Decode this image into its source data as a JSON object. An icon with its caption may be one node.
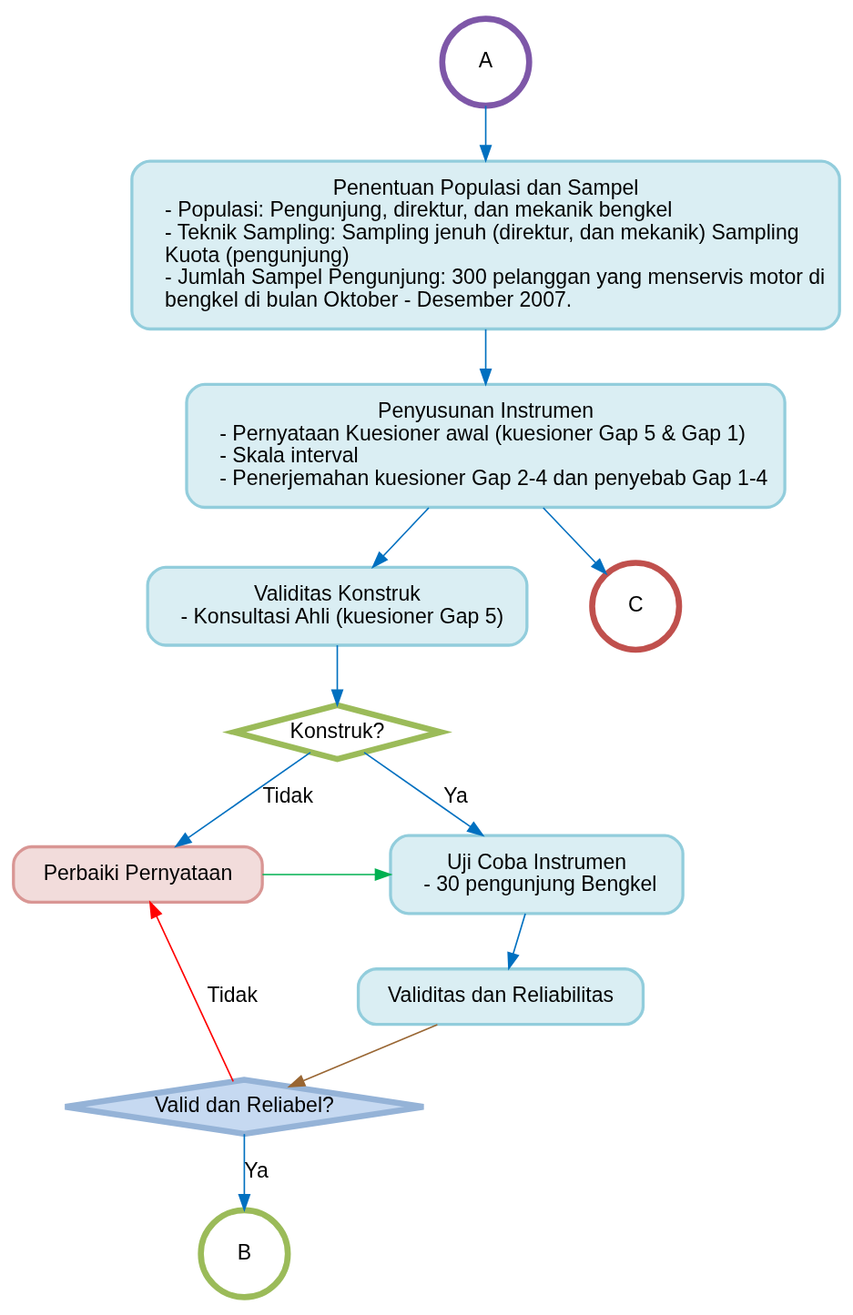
{
  "diagram": {
    "nodes": [
      {
        "text": [
          "A"
        ]
      },
      {
        "text": [
          "Penentuan Populasi dan Sampel",
          "- Populasi: Pengunjung, direktur, dan mekanik bengkel",
          "- Teknik Sampling: Sampling jenuh (direktur, dan mekanik) Sampling Kuota (pengunjung)",
          "- Jumlah Sampel Pengunjung: 300 pelanggan yang menservis motor di bengkel di bulan Oktober - Desember 2007."
        ]
      },
      {
        "text": [
          "Penyusunan Instrumen",
          "- Pernyataan Kuesioner awal (kuesioner Gap 5 & Gap 1)",
          "- Skala interval",
          "- Penerjemahan kuesioner Gap 2-4 dan penyebab Gap 1-4"
        ]
      },
      {
        "text": [
          "Validitas Konstruk",
          "- Konsultasi Ahli (kuesioner Gap 5)"
        ]
      },
      {
        "text": [
          "Konstruk?"
        ]
      },
      {
        "text": [
          "Perbaiki Pernyataan"
        ]
      },
      {
        "text": [
          "Uji Coba Instrumen",
          "- 30 pengunjung Bengkel"
        ]
      },
      {
        "text": [
          "Validitas dan Reliabilitas"
        ]
      },
      {
        "text": [
          "Valid dan Reliabel?"
        ]
      },
      {
        "text": [
          "B"
        ]
      },
      {
        "text": [
          "C"
        ]
      }
    ],
    "edges": [
      {
        "from": 0,
        "to": 1,
        "arrow": "to"
      },
      {
        "from": 1,
        "to": 2,
        "arrow": "to"
      },
      {
        "from": 2,
        "to": 3,
        "arrow": "to"
      },
      {
        "from": 3,
        "to": 4,
        "arrow": "to"
      },
      {
        "from": 4,
        "to": 5,
        "arrow": "to",
        "label": "Tidak"
      },
      {
        "from": 4,
        "to": 6,
        "arrow": "to",
        "label": "Ya"
      },
      {
        "from": 5,
        "to": 6,
        "arrow": "to",
        "color": "#00b050"
      },
      {
        "from": 6,
        "to": 7,
        "arrow": "to"
      },
      {
        "from": 7,
        "to": 8,
        "arrow": "to",
        "color": "#996633"
      },
      {
        "from": 8,
        "to": 5,
        "arrow": "to",
        "label": "Tidak",
        "color": "#ff0000"
      },
      {
        "from": 8,
        "to": 9,
        "arrow": "to",
        "label": "Ya"
      },
      {
        "from": 2,
        "to": 10,
        "arrow": "to"
      }
    ]
  }
}
